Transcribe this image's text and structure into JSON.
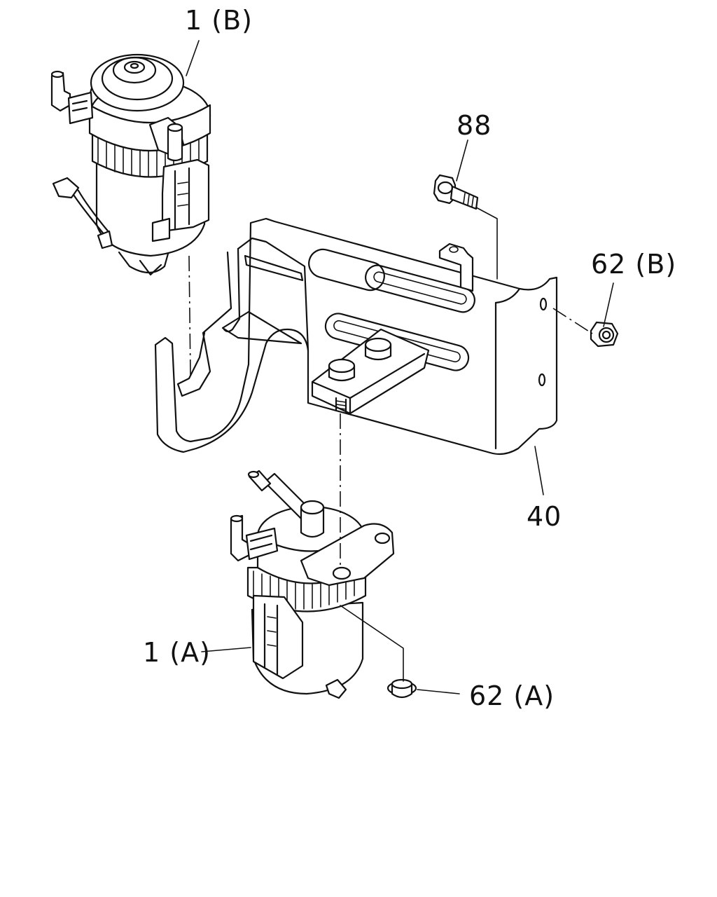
{
  "callouts": {
    "filter_b": "1 (B)",
    "bolt": "88",
    "nut_b": "62 (B)",
    "bracket": "40",
    "filter_a": "1 (A)",
    "nut_a": "62 (A)"
  },
  "colors": {
    "line": "#111111",
    "background": "#ffffff"
  }
}
